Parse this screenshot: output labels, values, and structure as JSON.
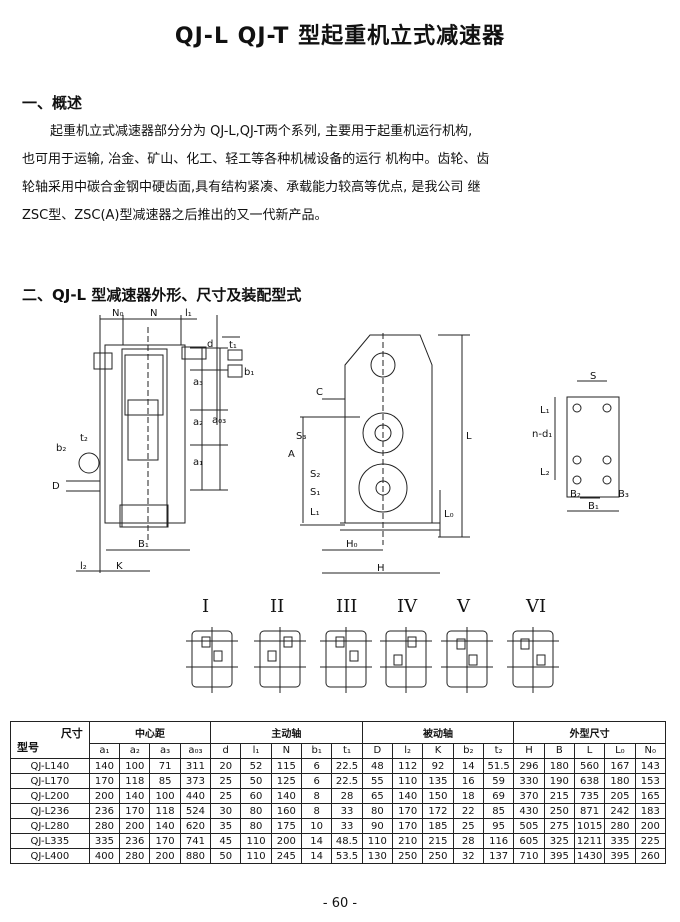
{
  "title": "QJ-L QJ-T 型起重机立式减速器",
  "section1": {
    "heading": "一、概述",
    "lines": [
      "起重机立式减速器部分分为 QJ-L,QJ-T两个系列, 主要用于起重机运行机构,",
      "也可用于运输, 冶金、矿山、化工、轻工等各种机械设备的运行 机构中。齿轮、齿",
      "轮轴采用中碳合金钢中硬齿面,具有结构紧凑、承载能力较高等优点, 是我公司 继",
      "ZSC型、ZSC(A)型减速器之后推出的又一代新产品。"
    ]
  },
  "section2": {
    "heading": "二、QJ-L 型减速器外形、尺寸及装配型式"
  },
  "dims": {
    "front": [
      "N₀",
      "N",
      "l₁",
      "d",
      "t₁",
      "b₁",
      "a₃",
      "a₂",
      "a₀₃",
      "a₁",
      "b₂",
      "t₂",
      "D",
      "B₁",
      "l₂",
      "K"
    ],
    "side": [
      "C",
      "S₃",
      "A",
      "S₂",
      "S₁",
      "L₁",
      "L₀",
      "L",
      "H₀",
      "H"
    ],
    "base": [
      "S",
      "L₁",
      "n-d₁",
      "L₂",
      "B₂",
      "B₃",
      "B₁"
    ]
  },
  "assembly": {
    "labels": [
      "I",
      "II",
      "III",
      "IV",
      "V",
      "VI"
    ]
  },
  "table": {
    "corner_top": "尺寸",
    "corner_bottom": "型号",
    "groups": [
      {
        "label": "中心距",
        "span": 4
      },
      {
        "label": "主动轴",
        "span": 5
      },
      {
        "label": "被动轴",
        "span": 5
      },
      {
        "label": "外型尺寸",
        "span": 5
      }
    ],
    "cols": [
      "a₁",
      "a₂",
      "a₃",
      "a₀₃",
      "d",
      "l₁",
      "N",
      "b₁",
      "t₁",
      "D",
      "l₂",
      "K",
      "b₂",
      "t₂",
      "H",
      "B",
      "L",
      "L₀",
      "N₀"
    ],
    "rows": [
      [
        "QJ-L140",
        "140",
        "100",
        "71",
        "311",
        "20",
        "52",
        "115",
        "6",
        "22.5",
        "48",
        "112",
        "92",
        "14",
        "51.5",
        "296",
        "180",
        "560",
        "167",
        "143"
      ],
      [
        "QJ-L170",
        "170",
        "118",
        "85",
        "373",
        "25",
        "50",
        "125",
        "6",
        "22.5",
        "55",
        "110",
        "135",
        "16",
        "59",
        "330",
        "190",
        "638",
        "180",
        "153"
      ],
      [
        "QJ-L200",
        "200",
        "140",
        "100",
        "440",
        "25",
        "60",
        "140",
        "8",
        "28",
        "65",
        "140",
        "150",
        "18",
        "69",
        "370",
        "215",
        "735",
        "205",
        "165"
      ],
      [
        "QJ-L236",
        "236",
        "170",
        "118",
        "524",
        "30",
        "80",
        "160",
        "8",
        "33",
        "80",
        "170",
        "172",
        "22",
        "85",
        "430",
        "250",
        "871",
        "242",
        "183"
      ],
      [
        "QJ-L280",
        "280",
        "200",
        "140",
        "620",
        "35",
        "80",
        "175",
        "10",
        "33",
        "90",
        "170",
        "185",
        "25",
        "95",
        "505",
        "275",
        "1015",
        "280",
        "200"
      ],
      [
        "QJ-L335",
        "335",
        "236",
        "170",
        "741",
        "45",
        "110",
        "200",
        "14",
        "48.5",
        "110",
        "210",
        "215",
        "28",
        "116",
        "605",
        "325",
        "1211",
        "335",
        "225"
      ],
      [
        "QJ-L400",
        "400",
        "280",
        "200",
        "880",
        "50",
        "110",
        "245",
        "14",
        "53.5",
        "130",
        "250",
        "250",
        "32",
        "137",
        "710",
        "395",
        "1430",
        "395",
        "260"
      ]
    ]
  },
  "page_number": "- 60 -"
}
